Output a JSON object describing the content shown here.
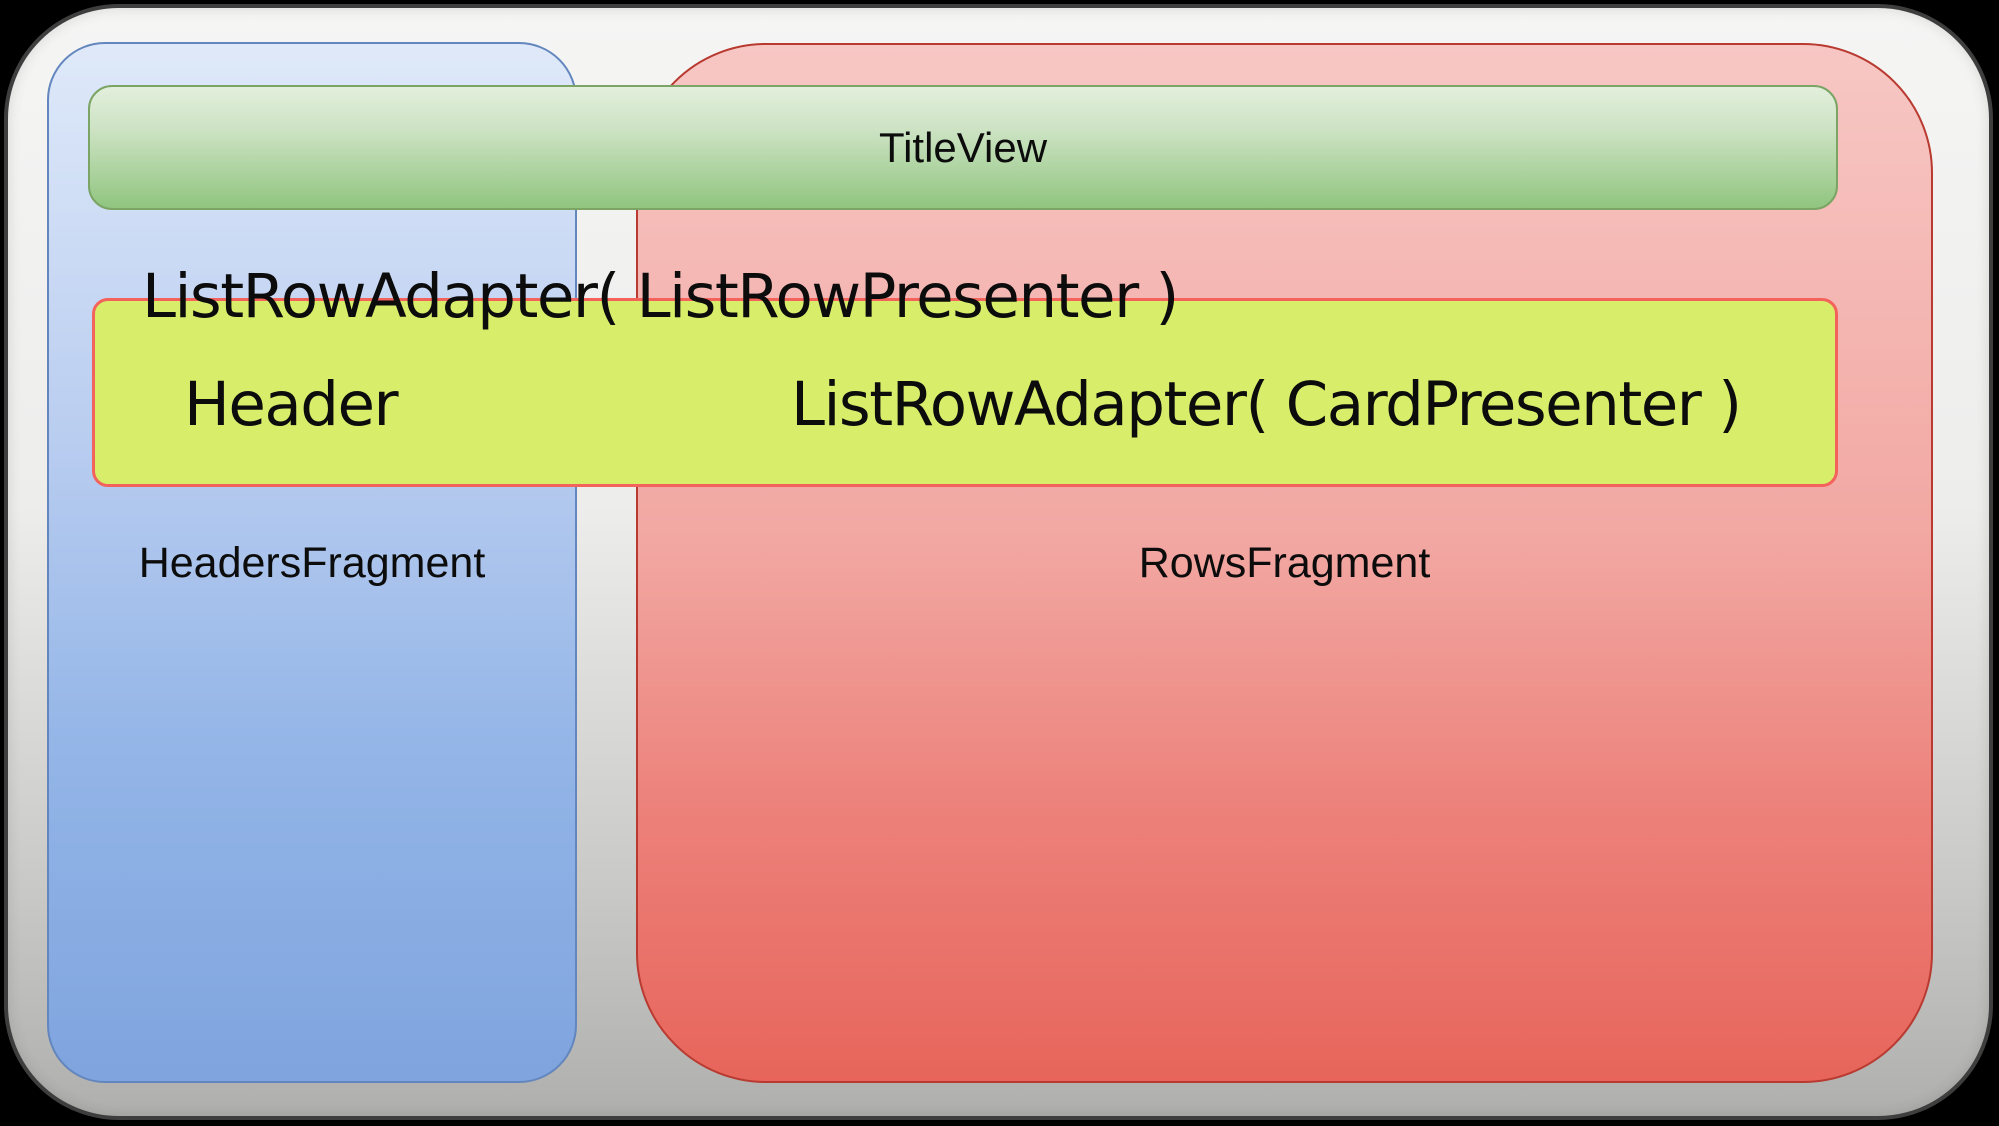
{
  "diagram": {
    "title_view_label": "TitleView",
    "list_row_adapter_row_label": "ListRowAdapter( ListRowPresenter )",
    "header_cell_label": "Header",
    "list_row_adapter_card_label": "ListRowAdapter( CardPresenter )",
    "headers_fragment_label": "HeadersFragment",
    "rows_fragment_label": "RowsFragment"
  },
  "colors": {
    "page_bg": "#000000",
    "text": "#0c0c0c",
    "outer_border": "#3e3e3e",
    "outer_top": "#f5f5f4",
    "outer_bottom": "#afafad",
    "blue_border": "#6286bd",
    "blue_top": "#dfe9f9",
    "blue_bottom": "#7fa4de",
    "red_border": "#b83a30",
    "red_top": "#f7c7c4",
    "red_bottom": "#e7655b",
    "green_border": "#7ba465",
    "green_top": "#e2efdc",
    "green_bottom": "#90c57f",
    "yellow_border": "#f4625c",
    "yellow_fill": "#d8ee6b"
  }
}
